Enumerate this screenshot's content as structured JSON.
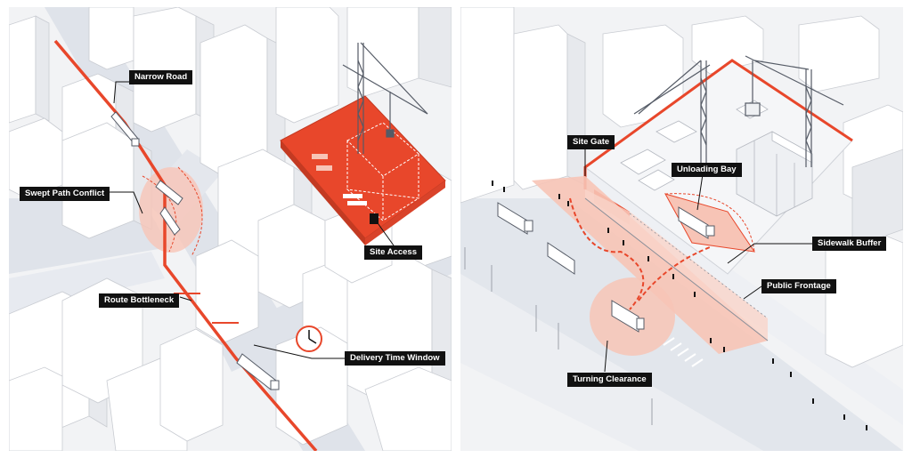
{
  "left_panel": {
    "labels": {
      "narrow_road": "Narrow Road",
      "swept_path_conflict": "Swept Path Conflict",
      "site_access": "Site Access",
      "route_bottleneck": "Route Bottleneck",
      "delivery_time_window": "Delivery Time Window"
    }
  },
  "right_panel": {
    "labels": {
      "site_gate": "Site Gate",
      "unloading_bay": "Unloading Bay",
      "sidewalk_buffer": "Sidewalk Buffer",
      "public_frontage": "Public Frontage",
      "turning_clearance": "Turning Clearance"
    }
  },
  "colors": {
    "accent": "#e8472b",
    "accent_light": "#f7c4b6",
    "road": "#dfe3ea",
    "building": "#ffffff",
    "building_side": "#e7e9ed",
    "label_bg": "#111111"
  }
}
